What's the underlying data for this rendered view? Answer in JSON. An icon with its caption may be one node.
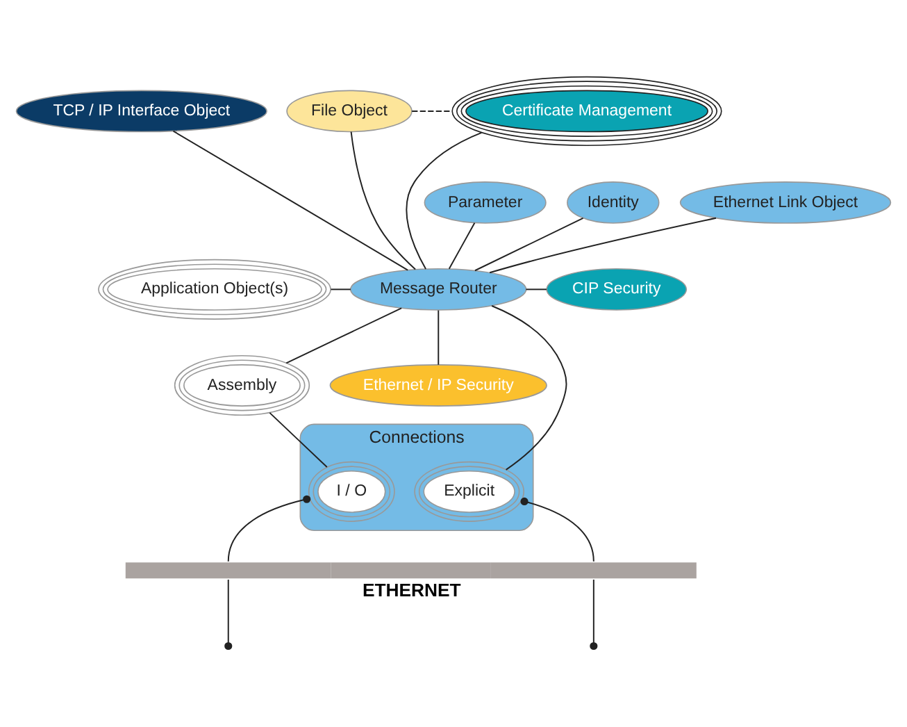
{
  "diagram": {
    "nodes": [
      {
        "text": [
          "TCP / IP Interface Object"
        ]
      },
      {
        "text": [
          "File Object"
        ]
      },
      {
        "text": [
          "Parameter"
        ]
      },
      {
        "text": [
          "Identity"
        ]
      },
      {
        "text": [
          "Ethernet Link Object"
        ]
      },
      {
        "text": [
          "Certificate Management"
        ]
      },
      {
        "text": [
          "Application Object(s)"
        ]
      },
      {
        "text": [
          "Message Router"
        ]
      },
      {
        "text": [
          "CIP Security"
        ]
      },
      {
        "text": [
          "Assembly"
        ]
      },
      {
        "text": [
          "Ethernet / IP Security"
        ]
      },
      {
        "text": [
          "Connections"
        ]
      },
      {
        "text": [
          "I / O"
        ],
        "in": 11
      },
      {
        "text": [
          "Explicit"
        ],
        "in": 11
      },
      {
        "text": [],
        "shape": "bar",
        "beside": [
          "ETHERNET"
        ]
      }
    ],
    "edges": [
      {
        "from": 2,
        "to": 7,
        "arrow": "none"
      },
      {
        "from": 3,
        "to": 7,
        "arrow": "none"
      },
      {
        "from": 0,
        "to": 7,
        "arrow": "none"
      },
      {
        "from": 1,
        "to": 7,
        "arrow": "none"
      },
      {
        "from": 4,
        "to": 7,
        "arrow": "none"
      },
      {
        "from": 5,
        "to": 7,
        "arrow": "none"
      },
      {
        "from": 1,
        "to": 5,
        "arrow": "none",
        "style": "dashed"
      },
      {
        "from": 6,
        "to": 7,
        "arrow": "none"
      },
      {
        "from": 7,
        "to": 8,
        "arrow": "none"
      },
      {
        "from": 7,
        "to": 9,
        "arrow": "none"
      },
      {
        "from": 7,
        "to": 10,
        "arrow": "none"
      },
      {
        "from": 7,
        "to": 13,
        "arrow": "none"
      },
      {
        "from": 9,
        "to": 12,
        "arrow": "none"
      },
      {
        "from": 12,
        "to": 14,
        "arrow": "other"
      },
      {
        "from": 13,
        "to": 14,
        "arrow": "other"
      },
      {
        "from": null,
        "to": 14,
        "arrow": "other"
      },
      {
        "from": null,
        "to": 14,
        "arrow": "other"
      }
    ]
  }
}
